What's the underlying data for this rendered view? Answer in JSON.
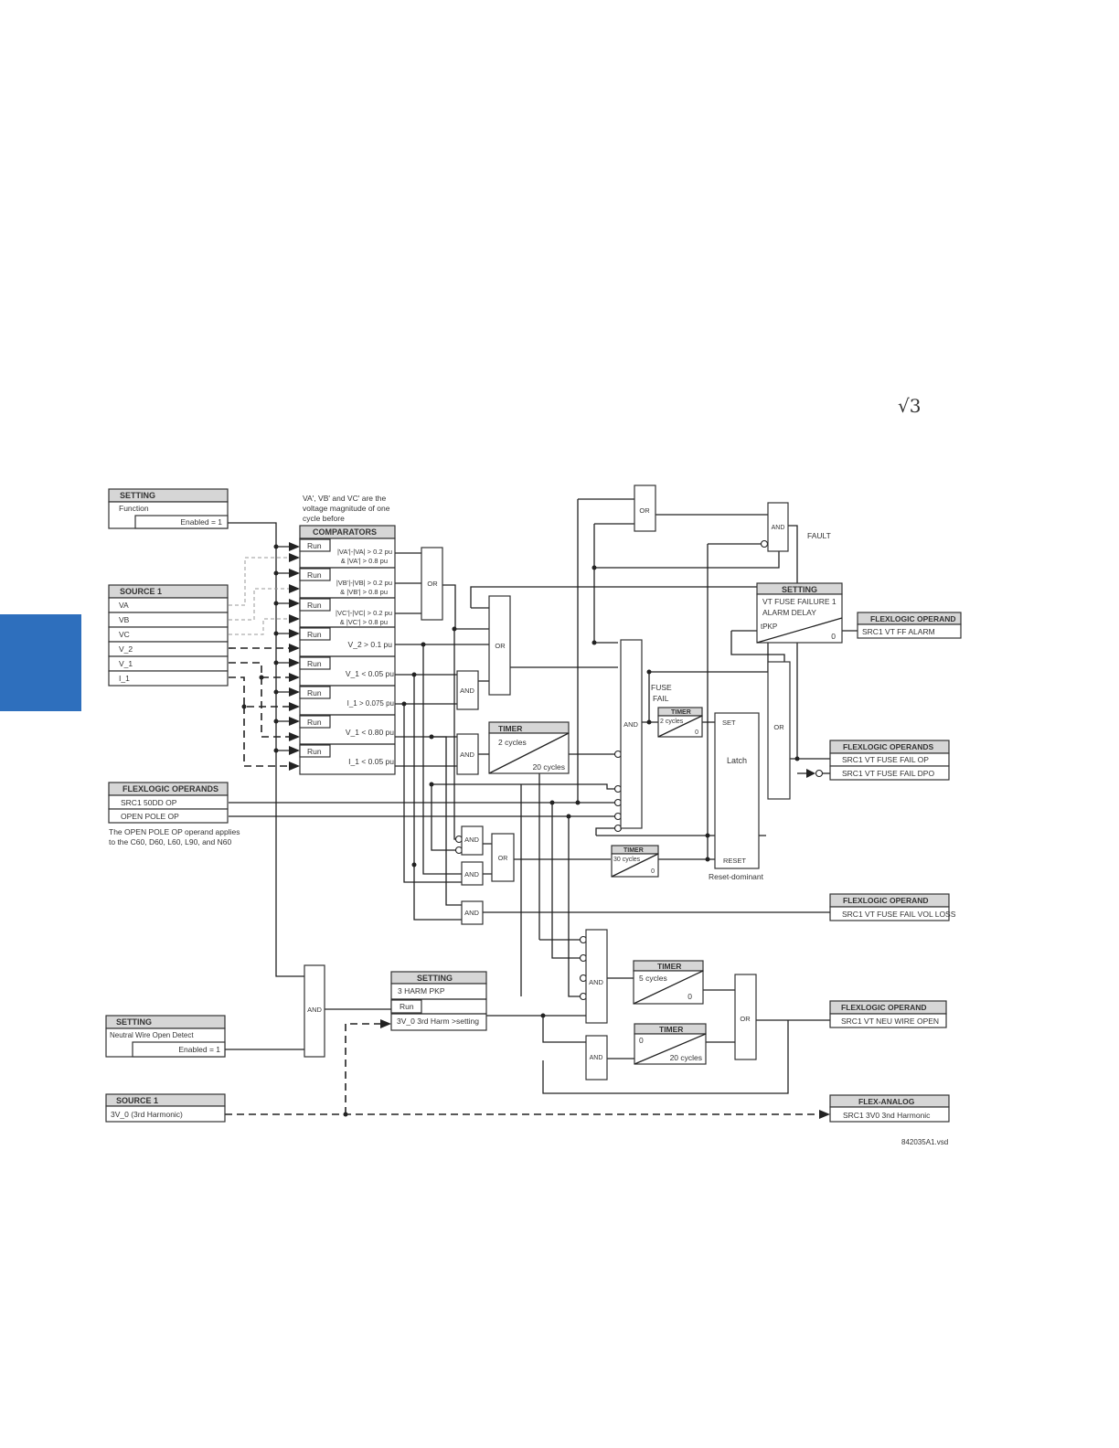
{
  "page": {
    "math_symbol": "√3",
    "file_ref": "842035A1.vsd"
  },
  "setting_function": {
    "header": "SETTING",
    "label": "Function",
    "value": "Enabled = 1"
  },
  "source1": {
    "header": "SOURCE 1",
    "items": [
      "VA",
      "VB",
      "VC",
      "V_2",
      "V_1",
      "I_1"
    ]
  },
  "comparators": {
    "note": [
      "VA', VB' and VC' are  the",
      "voltage magnitude of one",
      "cycle before"
    ],
    "header": "COMPARATORS",
    "run_label": "Run",
    "rows": [
      [
        "|VA'|-|VA| > 0.2 pu",
        "& |VA'| > 0.8 pu"
      ],
      [
        "|VB'|-|VB| > 0.2 pu",
        "& |VB'| > 0.8 pu"
      ],
      [
        "|VC'|-|VC| > 0.2 pu",
        "& |VC'| > 0.8 pu"
      ],
      [
        "V_2 > 0.1 pu"
      ],
      [
        "V_1 < 0.05 pu"
      ],
      [
        "I_1 > 0.075 pu"
      ],
      [
        "V_1 < 0.80 pu"
      ],
      [
        "I_1 < 0.05 pu"
      ]
    ]
  },
  "flexlogic_operands_in": {
    "header": "FLEXLOGIC OPERANDS",
    "items": [
      "SRC1 50DD OP",
      "OPEN POLE OP"
    ],
    "note": [
      "The OPEN POLE OP operand applies",
      "to the C60, D60, L60, L90, and N60"
    ]
  },
  "gates": {
    "or": "OR",
    "and": "AND"
  },
  "labels": {
    "fault": "FAULT",
    "fuse_fail": [
      "FUSE",
      "FAIL"
    ],
    "latch": "Latch",
    "set": "SET",
    "reset": "RESET",
    "reset_dominant": "Reset-dominant"
  },
  "timers": {
    "header": "TIMER",
    "t_2_20": {
      "pickup": "2 cycles",
      "dropout": "20 cycles"
    },
    "t_2_0": {
      "pickup": "2 cycles",
      "dropout": "0"
    },
    "t_30_0": {
      "pickup": "30 cycles",
      "dropout": "0"
    },
    "t_5_0": {
      "pickup": "5 cycles",
      "dropout": "0"
    },
    "t_0_20": {
      "pickup": "0",
      "dropout": "20 cycles"
    }
  },
  "setting_vt_ff": {
    "header": "SETTING",
    "lines": [
      "VT FUSE FAILURE 1",
      "ALARM DELAY"
    ],
    "pickup": "tPKP",
    "dropout": "0"
  },
  "flexlogic_ff_alarm": {
    "header": "FLEXLOGIC OPERAND",
    "item": "SRC1 VT FF ALARM"
  },
  "flexlogic_fuse_fail": {
    "header": "FLEXLOGIC OPERANDS",
    "items": [
      "SRC1 VT FUSE FAIL OP",
      "SRC1 VT FUSE FAIL DPO"
    ]
  },
  "flexlogic_vol_loss": {
    "header": "FLEXLOGIC OPERAND",
    "item": "SRC1 VT FUSE FAIL VOL LOSS"
  },
  "flexlogic_neu_wire": {
    "header": "FLEXLOGIC OPERAND",
    "item": "SRC1 VT NEU WIRE OPEN"
  },
  "flex_analog": {
    "header": "FLEX-ANALOG",
    "item": "SRC1 3V0 3nd Harmonic"
  },
  "setting_3harm": {
    "header": "SETTING",
    "label": "3 HARM  PKP",
    "run": "Run",
    "compare": "3V_0 3rd Harm >setting"
  },
  "setting_neutral": {
    "header": "SETTING",
    "label": "Neutral Wire Open Detect",
    "value": "Enabled = 1"
  },
  "source1_harm": {
    "header": "SOURCE 1",
    "item": "3V_0 (3rd Harmonic)"
  }
}
